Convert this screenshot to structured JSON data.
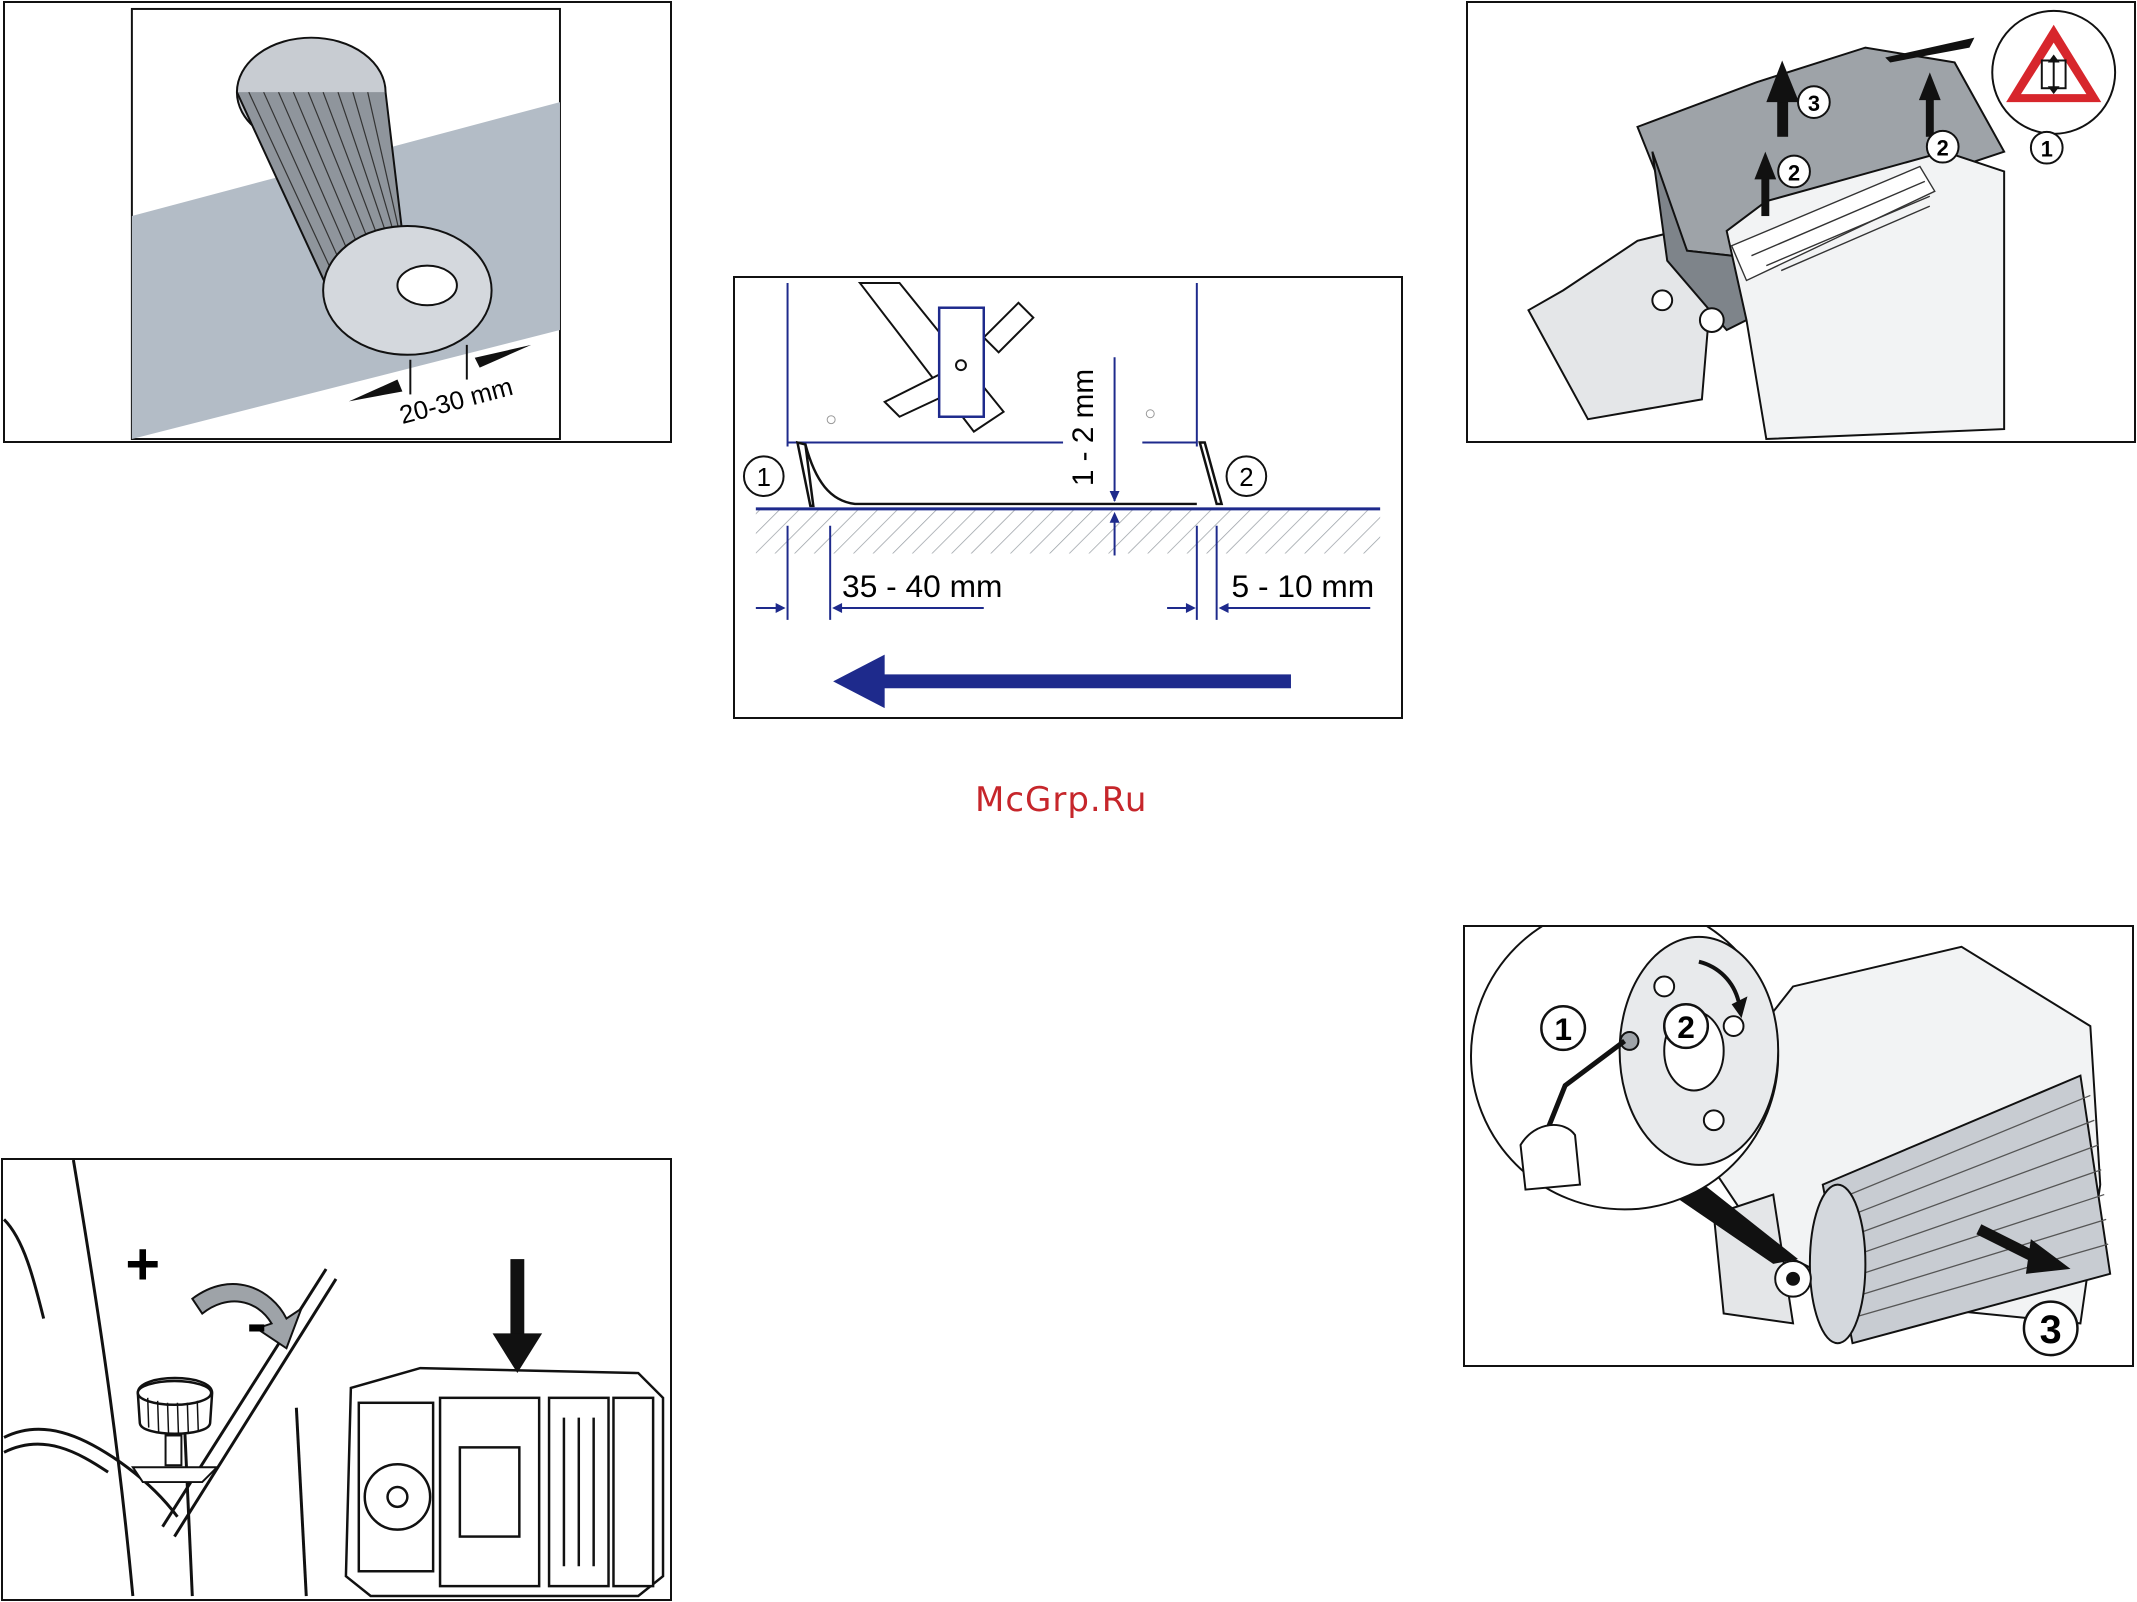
{
  "figures": {
    "brush": {
      "measurement": "20-30 mm"
    },
    "sweep": {
      "clearance": "1 - 2 mm",
      "left_gap": "35 - 40 mm",
      "right_gap": "5 - 10 mm",
      "marker_left": "1",
      "marker_right": "2"
    },
    "hood": {
      "step1": "1",
      "step2": "2",
      "step3": "3"
    },
    "knob": {
      "plus": "+",
      "minus": "-"
    },
    "remove": {
      "step1": "1",
      "step2": "2",
      "step3": "3"
    }
  },
  "watermark": "McGrp.Ru",
  "colors": {
    "line": "#111111",
    "dimension": "#1e2a8c",
    "watermark": "#c6262b",
    "hatch": "#9aa0a6",
    "band": "#b3bcc6"
  }
}
